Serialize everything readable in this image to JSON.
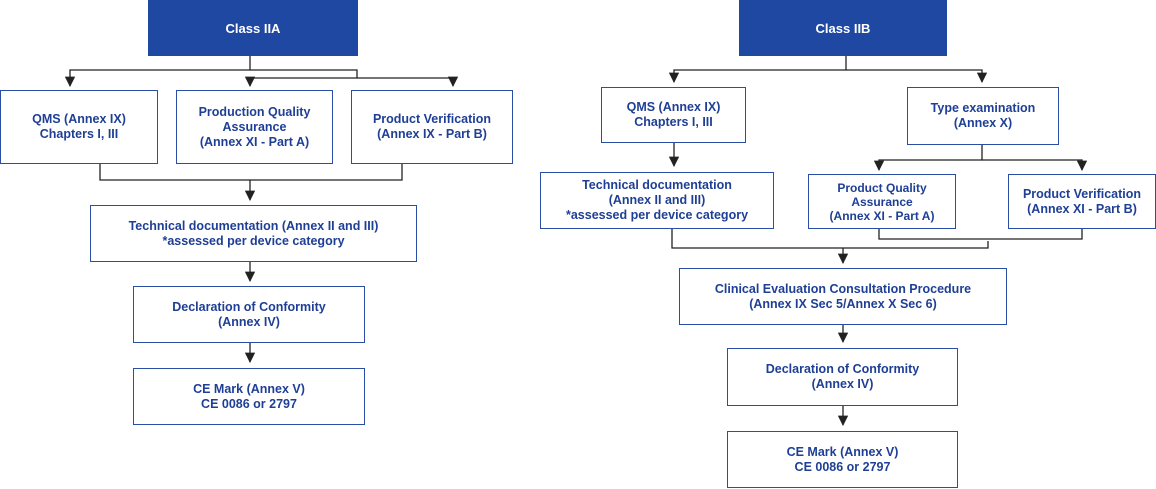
{
  "class_iia": {
    "header": "Class IIA",
    "qms": [
      "QMS (Annex IX)",
      "Chapters I, III"
    ],
    "pqa": [
      "Production Quality",
      "Assurance",
      "(Annex XI - Part A)"
    ],
    "pv": [
      "Product Verification",
      "(Annex IX - Part B)"
    ],
    "techdoc": [
      "Technical documentation (Annex II and III)",
      "*assessed per device category"
    ],
    "doc": [
      "Declaration of Conformity",
      "(Annex IV)"
    ],
    "ce": [
      "CE Mark (Annex V)",
      "CE 0086 or 2797"
    ]
  },
  "class_iib": {
    "header": "Class IIB",
    "qms": [
      "QMS (Annex IX)",
      "Chapters I, III"
    ],
    "type_exam": [
      "Type examination",
      "(Annex X)"
    ],
    "techdoc": [
      "Technical documentation",
      "(Annex II and III)",
      "*assessed per device category"
    ],
    "pqa": [
      "Product Quality",
      "Assurance",
      "(Annex XI - Part A)"
    ],
    "pv": [
      "Product Verification",
      "(Annex XI - Part B)"
    ],
    "cecp": [
      "Clinical Evaluation Consultation Procedure",
      "(Annex IX Sec 5/Annex X Sec 6)"
    ],
    "doc": [
      "Declaration of Conformity",
      "(Annex IV)"
    ],
    "ce": [
      "CE Mark (Annex V)",
      "CE 0086 or 2797"
    ]
  },
  "colors": {
    "header_fill": "#1f48a3",
    "box_border": "#2a4ea6",
    "text": "#1e3f95",
    "connector": "#222222"
  }
}
